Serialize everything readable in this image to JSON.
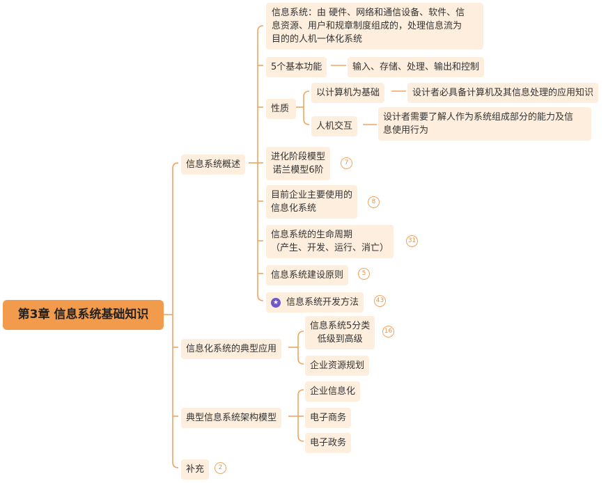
{
  "root": {
    "label": "第3章 信息系统基础知识"
  },
  "branches": {
    "overview": {
      "label": "信息系统概述",
      "definition": {
        "line1": "信息系统：由 硬件、网络和通信设备、软件、信",
        "line2": "息资源、用户和规章制度组成的，处理信息流为",
        "line3": "目的的人机一体化系统"
      },
      "functions": {
        "label": "5个基本功能",
        "detail": "输入、存储、处理、输出和控制"
      },
      "nature": {
        "label": "性质",
        "computer": {
          "label": "以计算机为基础",
          "detail": "设计者必具备计算机及其信息处理的应用知识"
        },
        "human": {
          "label": "人机交互",
          "detail_line1": "设计者需要了解人作为系统组成部分的能力及信",
          "detail_line2": "息使用行为"
        }
      },
      "evolution": {
        "line1": "进化阶段模型",
        "line2": "诺兰模型6阶",
        "badge": "7"
      },
      "enterprise": {
        "line1": "目前企业主要使用的",
        "line2": "信息化系统",
        "badge": "8"
      },
      "lifecycle": {
        "line1": "信息系统的生命周期",
        "line2": "（产生、开发、运行、消亡）",
        "badge": "31"
      },
      "principles": {
        "label": "信息系统建设原则",
        "badge": "5"
      },
      "methods": {
        "label": "信息系统开发方法",
        "badge": "43",
        "icon": "star-icon"
      }
    },
    "applications": {
      "label": "信息化系统的典型应用",
      "classes": {
        "line1": "信息系统5分类",
        "line2": "低级到高级",
        "badge": "16"
      },
      "erp": {
        "label": "企业资源规划"
      }
    },
    "architecture": {
      "label": "典型信息系统架构模型",
      "items": [
        "企业信息化",
        "电子商务",
        "电子政务"
      ]
    },
    "supplement": {
      "label": "补充",
      "badge": "2"
    }
  },
  "colors": {
    "line": "#f0a460",
    "node_fill": "#fdeedd",
    "root_fill": "#f29b4c",
    "star": "#6e57c9"
  }
}
